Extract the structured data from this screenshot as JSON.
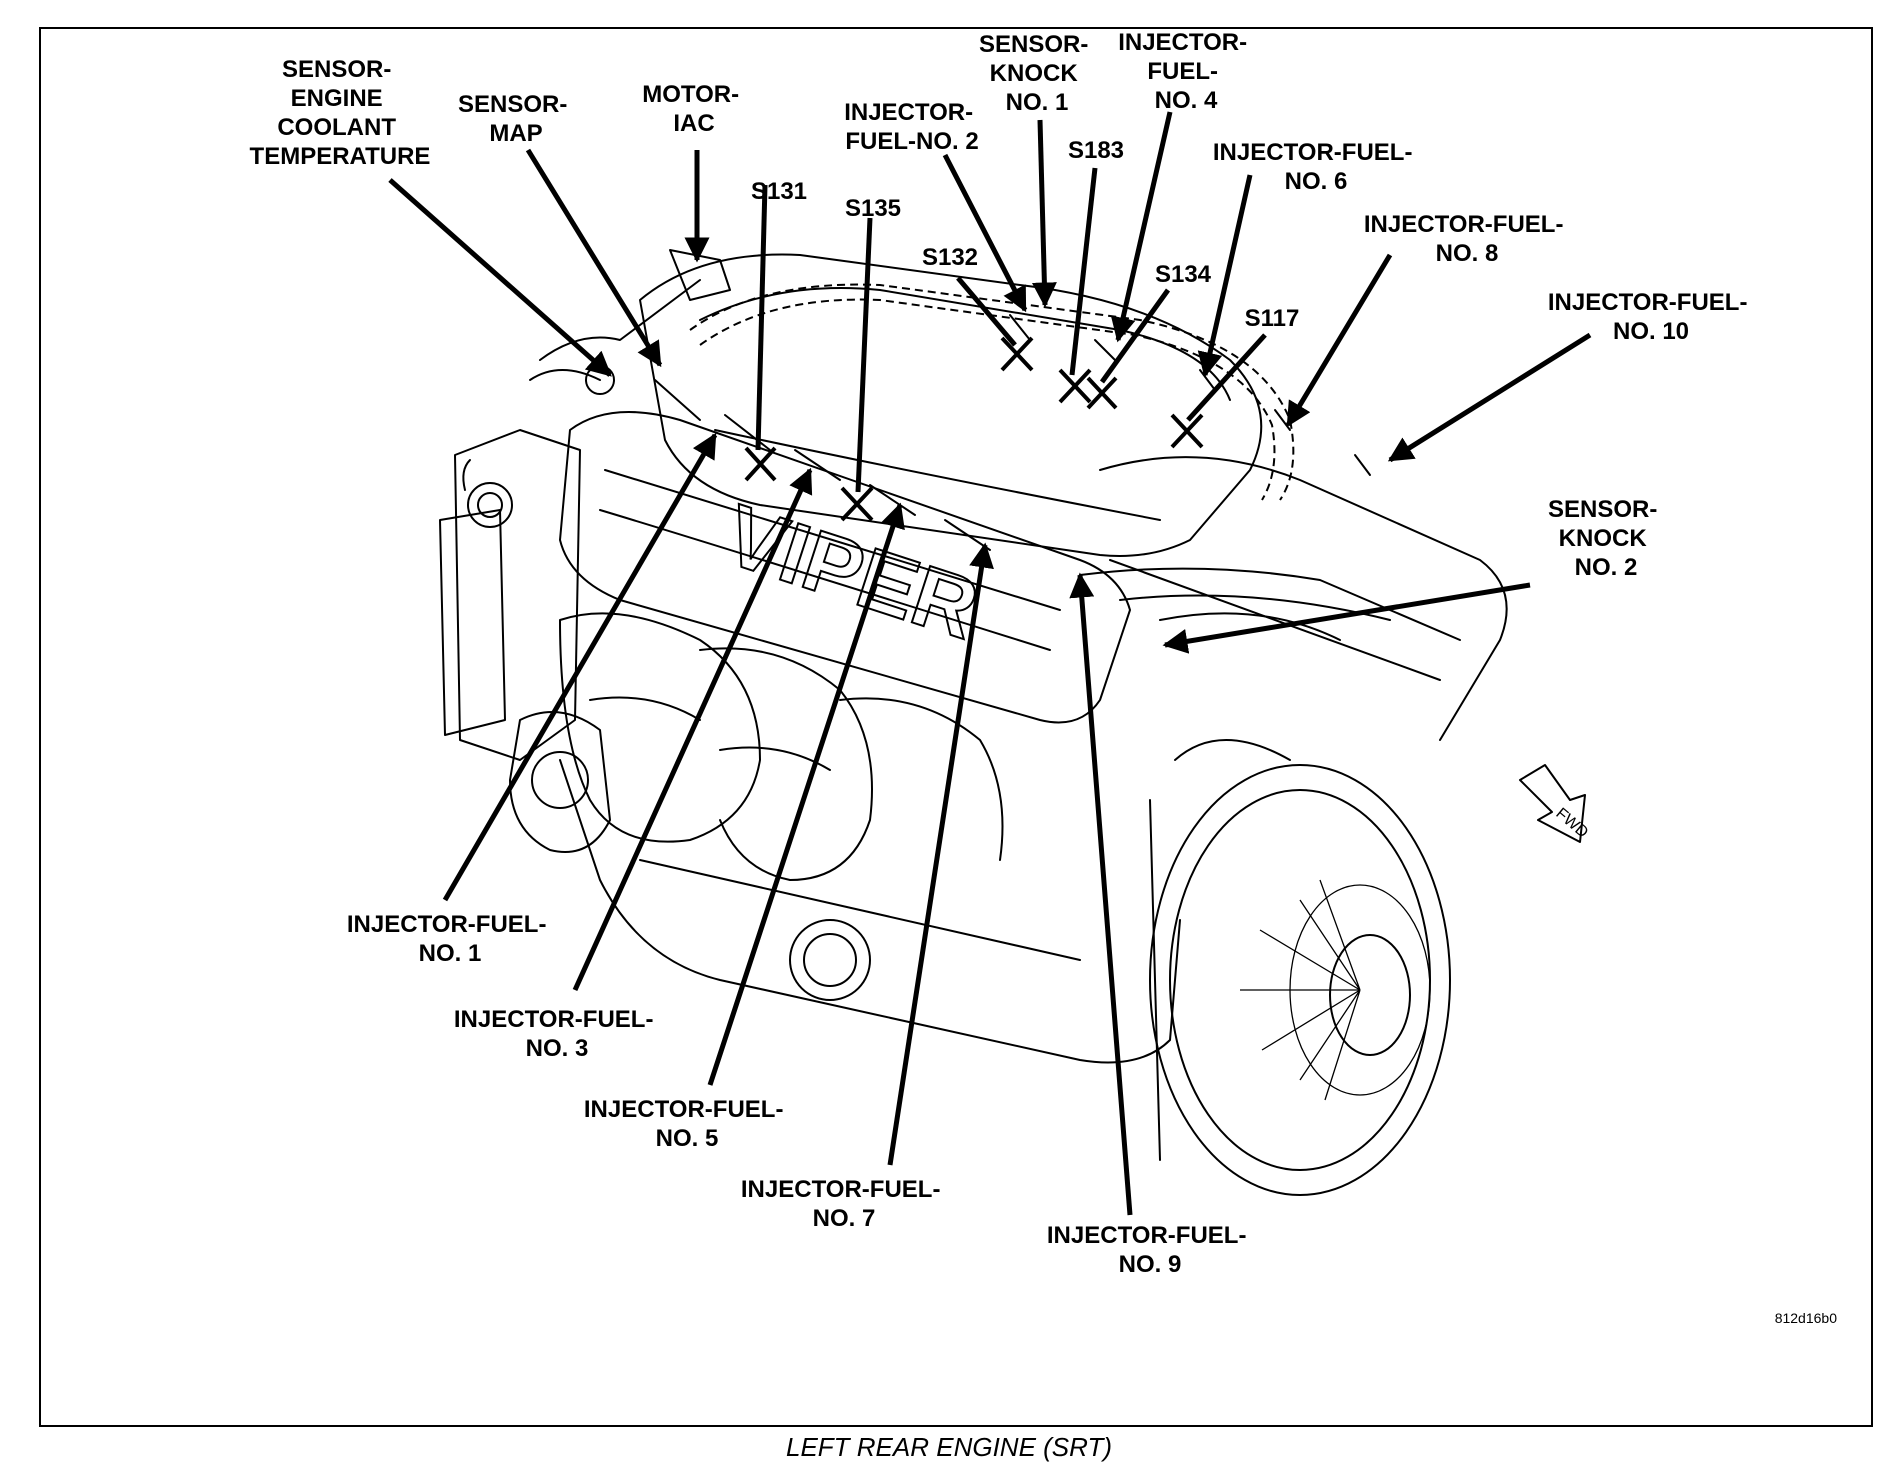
{
  "labels": {
    "sensor_ect": [
      "SENSOR-",
      "ENGINE",
      "COOLANT",
      "TEMPERATURE"
    ],
    "sensor_map": [
      "SENSOR-",
      "MAP"
    ],
    "motor_iac": [
      "MOTOR-",
      "IAC"
    ],
    "injector_2": [
      "INJECTOR-",
      "FUEL-NO. 2"
    ],
    "sensor_knock_1": [
      "SENSOR-",
      "KNOCK",
      "NO. 1"
    ],
    "injector_4": [
      "INJECTOR-",
      "FUEL-",
      "NO. 4"
    ],
    "injector_6": [
      "INJECTOR-FUEL-",
      "NO. 6"
    ],
    "injector_8": [
      "INJECTOR-FUEL-",
      "NO. 8"
    ],
    "injector_10": [
      "INJECTOR-FUEL-",
      "NO. 10"
    ],
    "sensor_knock_2": [
      "SENSOR-",
      "KNOCK",
      "NO. 2"
    ],
    "injector_1": [
      "INJECTOR-FUEL-",
      "NO. 1"
    ],
    "injector_3": [
      "INJECTOR-FUEL-",
      "NO. 3"
    ],
    "injector_5": [
      "INJECTOR-FUEL-",
      "NO. 5"
    ],
    "injector_7": [
      "INJECTOR-FUEL-",
      "NO. 7"
    ],
    "injector_9": [
      "INJECTOR-FUEL-",
      "NO. 9"
    ]
  },
  "splices": {
    "s131": "S131",
    "s135": "S135",
    "s132": "S132",
    "s183": "S183",
    "s134": "S134",
    "s117": "S117"
  },
  "fwd_label": "FWD",
  "engine_brand": "VIPER",
  "figure_id": "812d16b0",
  "caption": "LEFT REAR ENGINE (SRT)"
}
